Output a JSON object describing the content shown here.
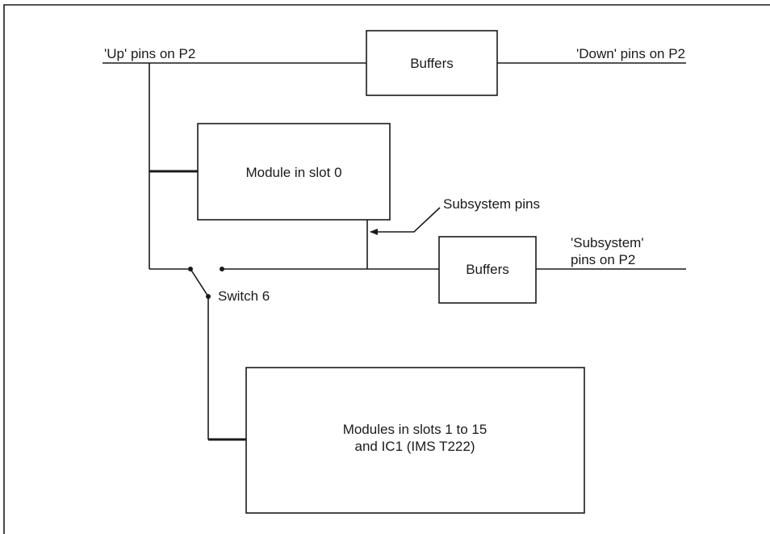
{
  "labels": {
    "up_pins": "'Up' pins on P2",
    "down_pins": "'Down' pins on P2",
    "subsystem_pins_line1": "'Subsystem'",
    "subsystem_pins_line2": "pins on P2",
    "subsystem_pins_callout": "Subsystem pins",
    "switch": "Switch 6"
  },
  "blocks": {
    "buffers_top": "Buffers",
    "buffers_sub": "Buffers",
    "module_slot0": "Module in slot 0",
    "modules_line1": "Modules in slots 1 to 15",
    "modules_line2": "and IC1 (IMS T222)"
  }
}
